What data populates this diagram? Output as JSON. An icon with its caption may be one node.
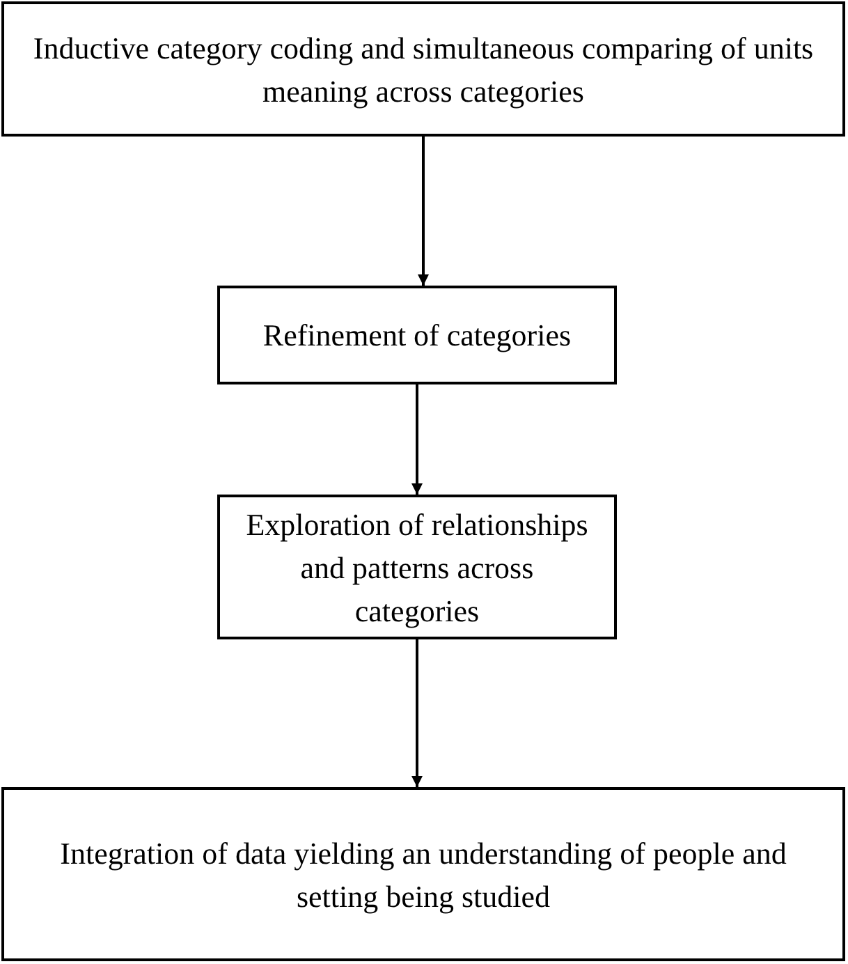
{
  "diagram": {
    "nodes": [
      {
        "text": [
          "Inductive category coding and simultaneous comparing of units meaning across categories"
        ]
      },
      {
        "text": [
          "Refinement of categories"
        ]
      },
      {
        "text": [
          "Exploration of relationships and patterns across categories"
        ]
      },
      {
        "text": [
          "Integration of data yielding an understanding of people and setting being studied"
        ]
      }
    ],
    "edges": [
      {
        "from": 0,
        "to": 1,
        "arrow": "to"
      },
      {
        "from": 1,
        "to": 2,
        "arrow": "to"
      },
      {
        "from": 2,
        "to": 3,
        "arrow": "to"
      }
    ]
  }
}
